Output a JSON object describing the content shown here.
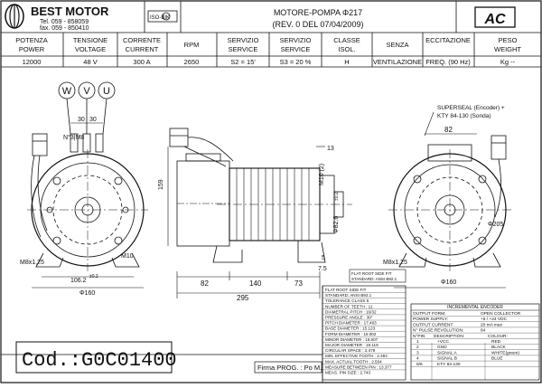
{
  "header": {
    "logo_text": "BEST MOTOR",
    "tel": "Tel. 059 - 858059",
    "fax": "fax. 059 - 850410",
    "badge": "ISO-BIK",
    "title": "MOTORE-POMPA Φ217",
    "revision": "(REV. 0 DEL 07/04/2009)",
    "ac_label": "AC"
  },
  "specs": [
    {
      "label_it": "POTENZA",
      "label_en": "POWER",
      "value": "12000"
    },
    {
      "label_it": "TENSIONE",
      "label_en": "VOLTAGE",
      "value": "48 V"
    },
    {
      "label_it": "CORRENTE",
      "label_en": "CURRENT",
      "value": "300  A"
    },
    {
      "label_it": "RPM",
      "label_en": "",
      "value": "2650"
    },
    {
      "label_it": "SERVIZIO",
      "label_en": "SERVICE",
      "value": "S2 =  15'"
    },
    {
      "label_it": "SERVIZIO",
      "label_en": "SERVICE",
      "value": "S3 = 20 %"
    },
    {
      "label_it": "CLASSE",
      "label_en": "ISOL.",
      "value": "H"
    },
    {
      "label_it": "SENZA",
      "label_en": "",
      "value": "VENTILAZIONE"
    },
    {
      "label_it": "ECCITAZIONE",
      "label_en": "",
      "value": "FREQ. (90 Hz)"
    },
    {
      "label_it": "PESO",
      "label_en": "WEIGHT",
      "value": "Kg --"
    }
  ],
  "terminals": [
    "W",
    "V",
    "U"
  ],
  "dimensions": {
    "d_30": "30",
    "d_30b": "30",
    "n3m8": "N°3|M8",
    "m8x125_left": "M8x1,25",
    "m10_left": "M10",
    "d1062": "106.2",
    "d1062_tol": "±0.2",
    "phi160_left": "Φ160",
    "d159": "159",
    "d13": "13",
    "m10_2": "M10 (2)",
    "phi826": "Φ82.6",
    "phi826_tol": "±0.2",
    "d5": "5",
    "d75": "7.5",
    "d82": "82",
    "d140": "140",
    "d73": "73",
    "d295": "295",
    "encoder_note_1": "SUPERSEAL (Encoder) +",
    "encoder_note_2": "KTY 84-130 (Sonda)",
    "d82_right": "82",
    "phi205": "Φ205",
    "m8x125_right": "M8x1,25",
    "phi160_right": "Φ160"
  },
  "spline_title": "FLAT ROOT SIDE FIT",
  "spline_std": "STANDARD: ANSI B92.1",
  "spline_table": {
    "rows": [
      "FLAT ROOT SIDE FIT",
      "STANDARD: ANSI B92.1",
      "TOLERANCE CLASS 5",
      "NUMBER OF TEETH : 11",
      "DIAMETRAL PITCH : 16/32",
      "PRESSURE ANGLE : 30°",
      "PITCH DIAMETER : 17.463",
      "BASE DIAMETER : 15.123",
      "FORM DIAMETER : 16.002",
      "MINOR DIAMETER : 15.507",
      "MAJOR DIAMETER : 19.119",
      "CIRCULAR SPACE : 2.479",
      "MIN. EFFECTIVE TOOTH : 2.494",
      "MAX. ACTUAL TOOTH : 2.504",
      "MEASURE BETWEEN PIN : 13.377",
      "MEAS. PIN SIZE : 2.743"
    ]
  },
  "encoder_table": {
    "title": "INCREMENTAL ENCODER",
    "rows": [
      {
        "k": "OUTPUT FORM:",
        "v": "OPEN COLLECTOR"
      },
      {
        "k": "POWER SUPPLY:",
        "v": "+5 / +24 VDC"
      },
      {
        "k": "OUTPUT CURRENT",
        "v": "20 mA  max"
      },
      {
        "k": "N° PULSE REVOLUTION:",
        "v": "64"
      }
    ],
    "pin_header": [
      "N°PIN",
      "DESCRIPTION:",
      "COLOUR:"
    ],
    "pins": [
      [
        "1",
        "+VCC",
        "RED"
      ],
      [
        "2",
        "GND",
        "BLACK"
      ],
      [
        "3",
        "SIGNAL A",
        "WHITE(green)"
      ],
      [
        "4",
        "SIGNAL B",
        "BLUE"
      ],
      [
        "5/6",
        "KTY 84-130",
        ""
      ]
    ]
  },
  "code": "Cod.:G0C01400",
  "signature": "Firma PROG. : Po M."
}
